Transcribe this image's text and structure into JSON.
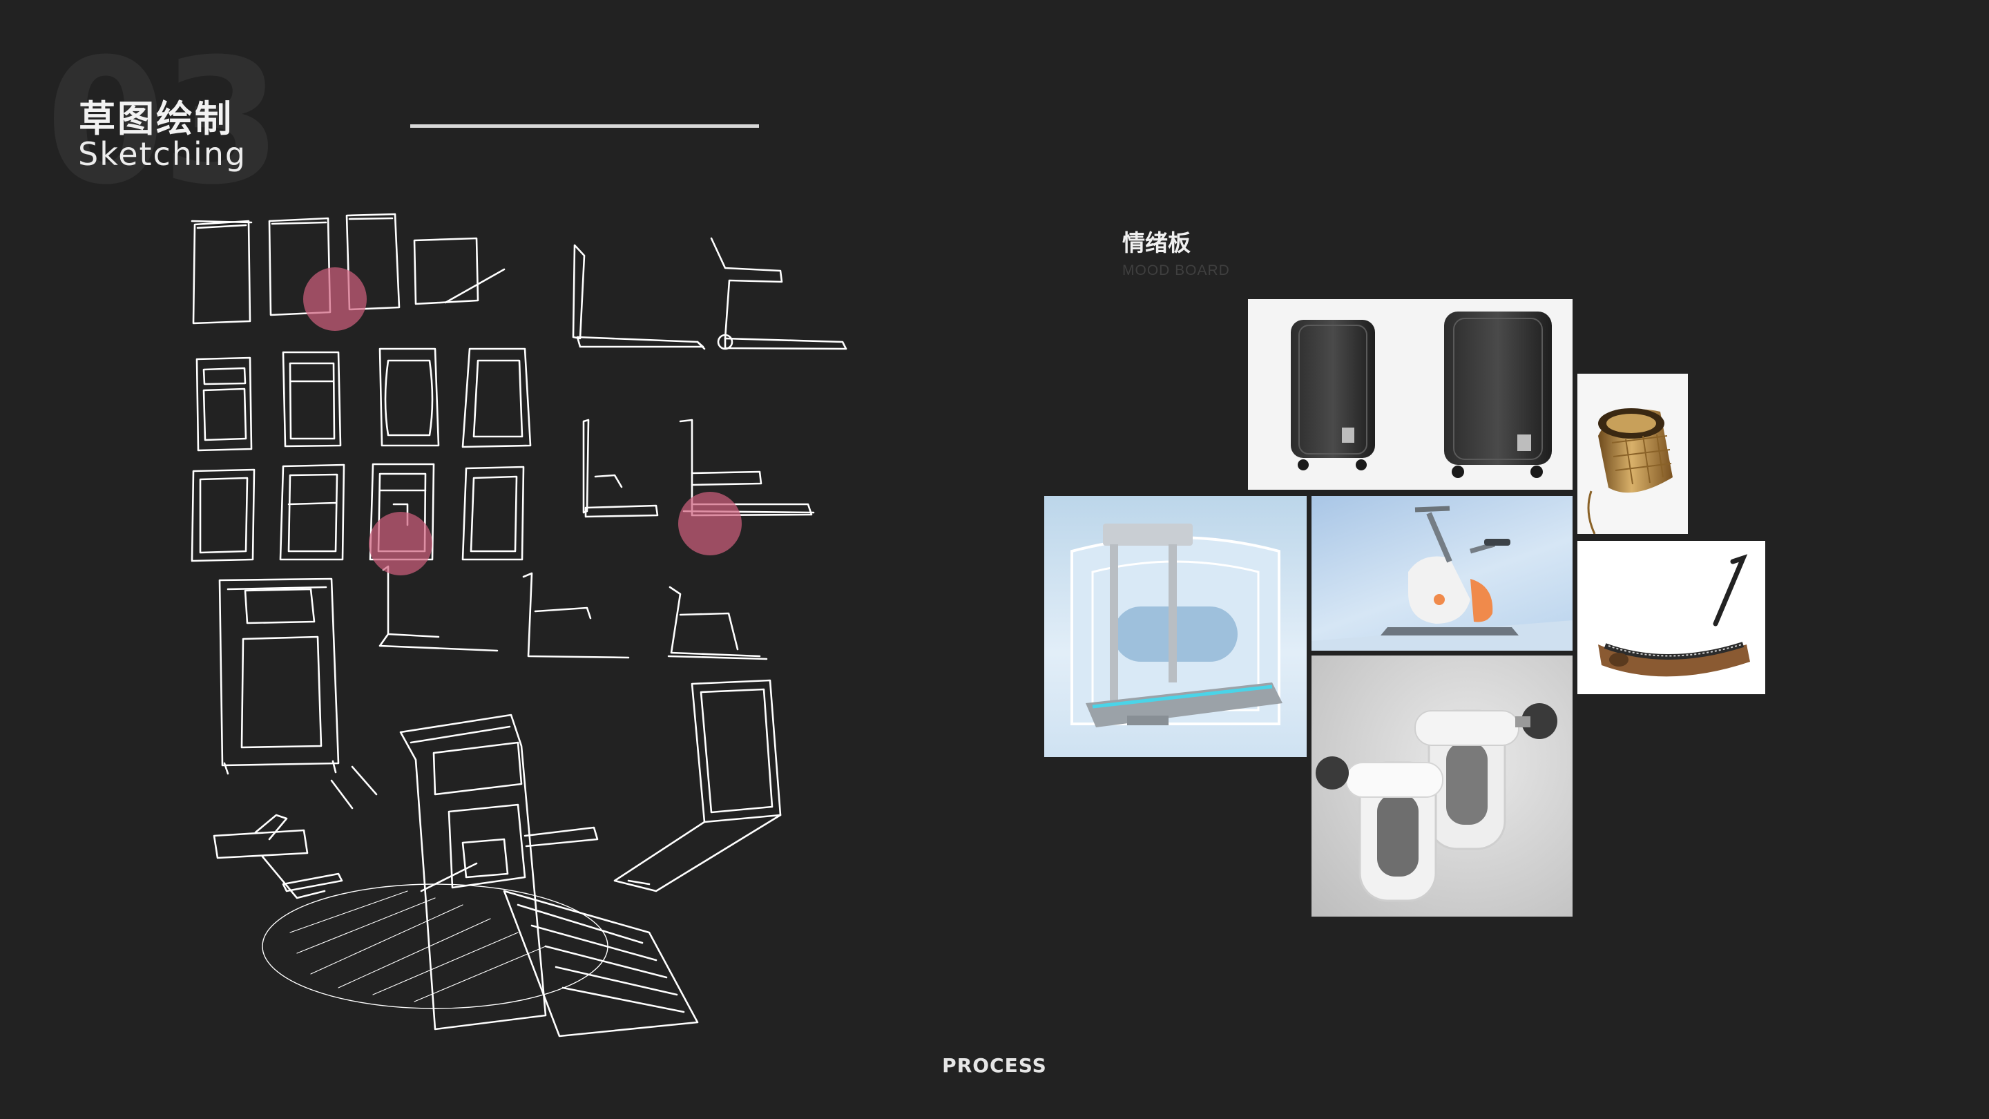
{
  "header": {
    "section_number": "03",
    "title_cn": "草图绘制",
    "title_en": "Sketching"
  },
  "mood_board": {
    "title": "情绪板",
    "subtitle": "MOOD BOARD",
    "images": [
      {
        "name": "luggage-photo"
      },
      {
        "name": "gold-ring-photo"
      },
      {
        "name": "treadmill-render"
      },
      {
        "name": "exercise-bike-render"
      },
      {
        "name": "curved-treadmill-photo"
      },
      {
        "name": "massage-gun-render"
      }
    ]
  },
  "footer": {
    "label": "PROCESS"
  },
  "colors": {
    "background": "#222222",
    "accent_dot": "#d0607e",
    "sketch_line": "#ffffff"
  }
}
